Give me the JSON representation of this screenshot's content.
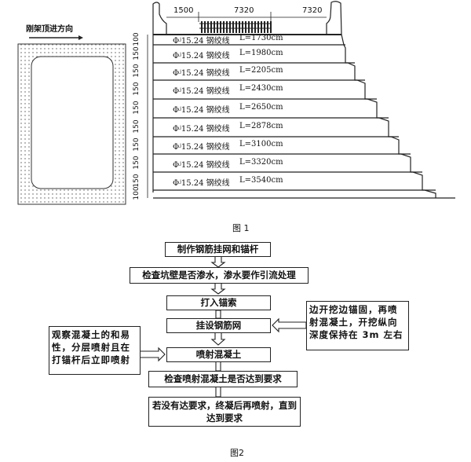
{
  "figure1": {
    "direction_label": "刚架顶进方向",
    "dimensions_top": [
      "1500",
      "7320",
      "7320"
    ],
    "layer_heights": [
      "100",
      "150",
      "150",
      "150",
      "150",
      "150",
      "150",
      "150",
      "150",
      "100"
    ],
    "strand_label": "Φʲ15.24 钢绞线",
    "strand_lengths": [
      "L=1730cm",
      "L=1980cm",
      "L=2205cm",
      "L=2430cm",
      "L=2650cm",
      "L=2878cm",
      "L=3100cm",
      "L=3320cm",
      "L=3540cm"
    ],
    "caption": "图 1"
  },
  "figure2": {
    "steps": [
      "制作钢筋挂网和锚杆",
      "检查坑壁是否渗水，渗水要作引流处理",
      "打入锚索",
      "挂设钢筋网",
      "喷射混凝土",
      "检查喷射混凝土是否达到要求",
      "若没有达要求，终凝后再喷射，直到达到要求"
    ],
    "note_right": "边开挖边锚固，再喷射混凝土，开挖纵向深度保持在 3m 左右",
    "note_left": "观察混凝土的和易性，分层喷射且在打锚杆后立即喷射",
    "caption": "图2"
  }
}
